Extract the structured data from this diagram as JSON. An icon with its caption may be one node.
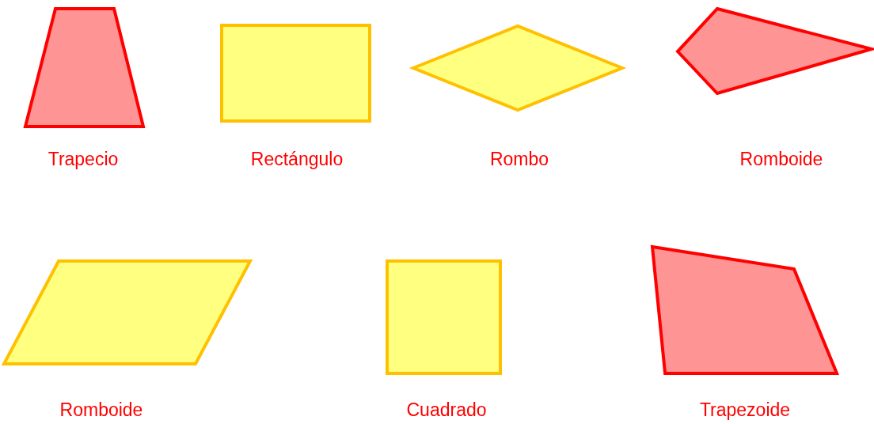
{
  "diagram": {
    "nodes": [
      {
        "text": [],
        "shape": "trapezoid",
        "beside": [
          "Trapecio"
        ]
      },
      {
        "text": [],
        "shape": "rectangle",
        "beside": [
          "Rectángulo"
        ]
      },
      {
        "text": [],
        "shape": "diamond",
        "beside": [
          "Rombo"
        ]
      },
      {
        "text": [],
        "shape": "kite",
        "beside": [
          "Romboide"
        ]
      },
      {
        "text": [],
        "shape": "parallelogram",
        "beside": [
          "Romboide"
        ]
      },
      {
        "text": [],
        "shape": "square",
        "beside": [
          "Cuadrado"
        ]
      },
      {
        "text": [],
        "shape": "quadrilateral",
        "beside": [
          "Trapezoide"
        ]
      }
    ]
  }
}
